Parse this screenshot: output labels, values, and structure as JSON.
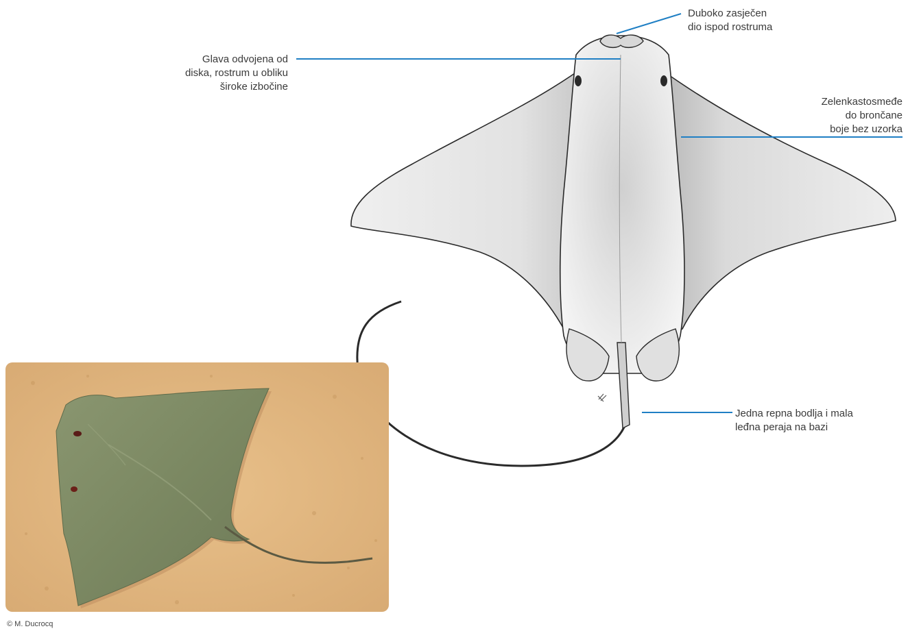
{
  "callouts": {
    "rostrum_notch": "Duboko zasječen\ndio ispod rostruma",
    "head": "Glava odvojena od\ndiska, rostrum u obliku\nširoke izbočine",
    "coloration": "Zelenkastosmeđe\ndo brončane\nboje bez uzorka",
    "tail_spine": "Jedna repna bodlja i mala\nleđna peraja na bazi"
  },
  "photo_credit": "© M. Ducrocq",
  "colors": {
    "leader_line": "#1f7fc4",
    "illustration_fill": "#dcdcdc",
    "illustration_outline": "#2a2a2a",
    "sand": "#e2b77f",
    "ray_photo": "#7c8a62"
  }
}
